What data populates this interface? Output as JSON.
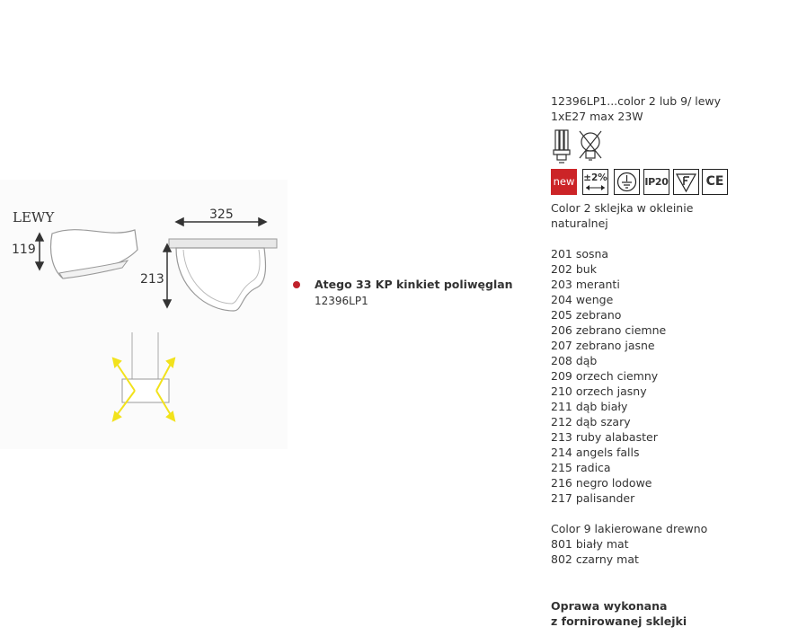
{
  "drawing": {
    "side_label": "LEWY",
    "height_dim": "119",
    "width_dim": "325",
    "depth_dim": "213",
    "icons": [
      "lamp-side-view-icon",
      "lamp-front-view-icon",
      "light-direction-icon"
    ]
  },
  "product": {
    "name": "Atego 33 KP kinkiet poliwęglan",
    "code": "12396LP1"
  },
  "side": {
    "line1": "12396LP1...color 2 lub 9/ lewy",
    "line2": "1xE27 max 23W",
    "bulb_icons": [
      "energy-saving-bulb-icon",
      "no-incandescent-bulb-icon"
    ],
    "badges": {
      "new": "new",
      "tolerance": "±2%",
      "ip": "IP20",
      "ce": "CE"
    },
    "color2_title_1": "Color 2 sklejka w okleinie",
    "color2_title_2": "naturalnej",
    "color2_items": [
      "201 sosna",
      "202 buk",
      "203 meranti",
      "204 wenge",
      "205 zebrano",
      "206 zebrano ciemne",
      "207 zebrano jasne",
      "208 dąb",
      "209 orzech ciemny",
      "210 orzech jasny",
      "211 dąb biały",
      "212 dąb szary",
      "213 ruby alabaster",
      "214 angels falls",
      "215 radica",
      "216 negro lodowe",
      "217 palisander"
    ],
    "color9_title": "Color 9 lakierowane drewno",
    "color9_items": [
      "801 biały mat",
      "802 czarny mat"
    ]
  },
  "footer": {
    "line1": "Oprawa wykonana",
    "line2": "z fornirowanej sklejki"
  },
  "colors": {
    "bullet": "#c0212b",
    "new_badge": "#cc2427",
    "light_arrows": "#f2e21c"
  }
}
